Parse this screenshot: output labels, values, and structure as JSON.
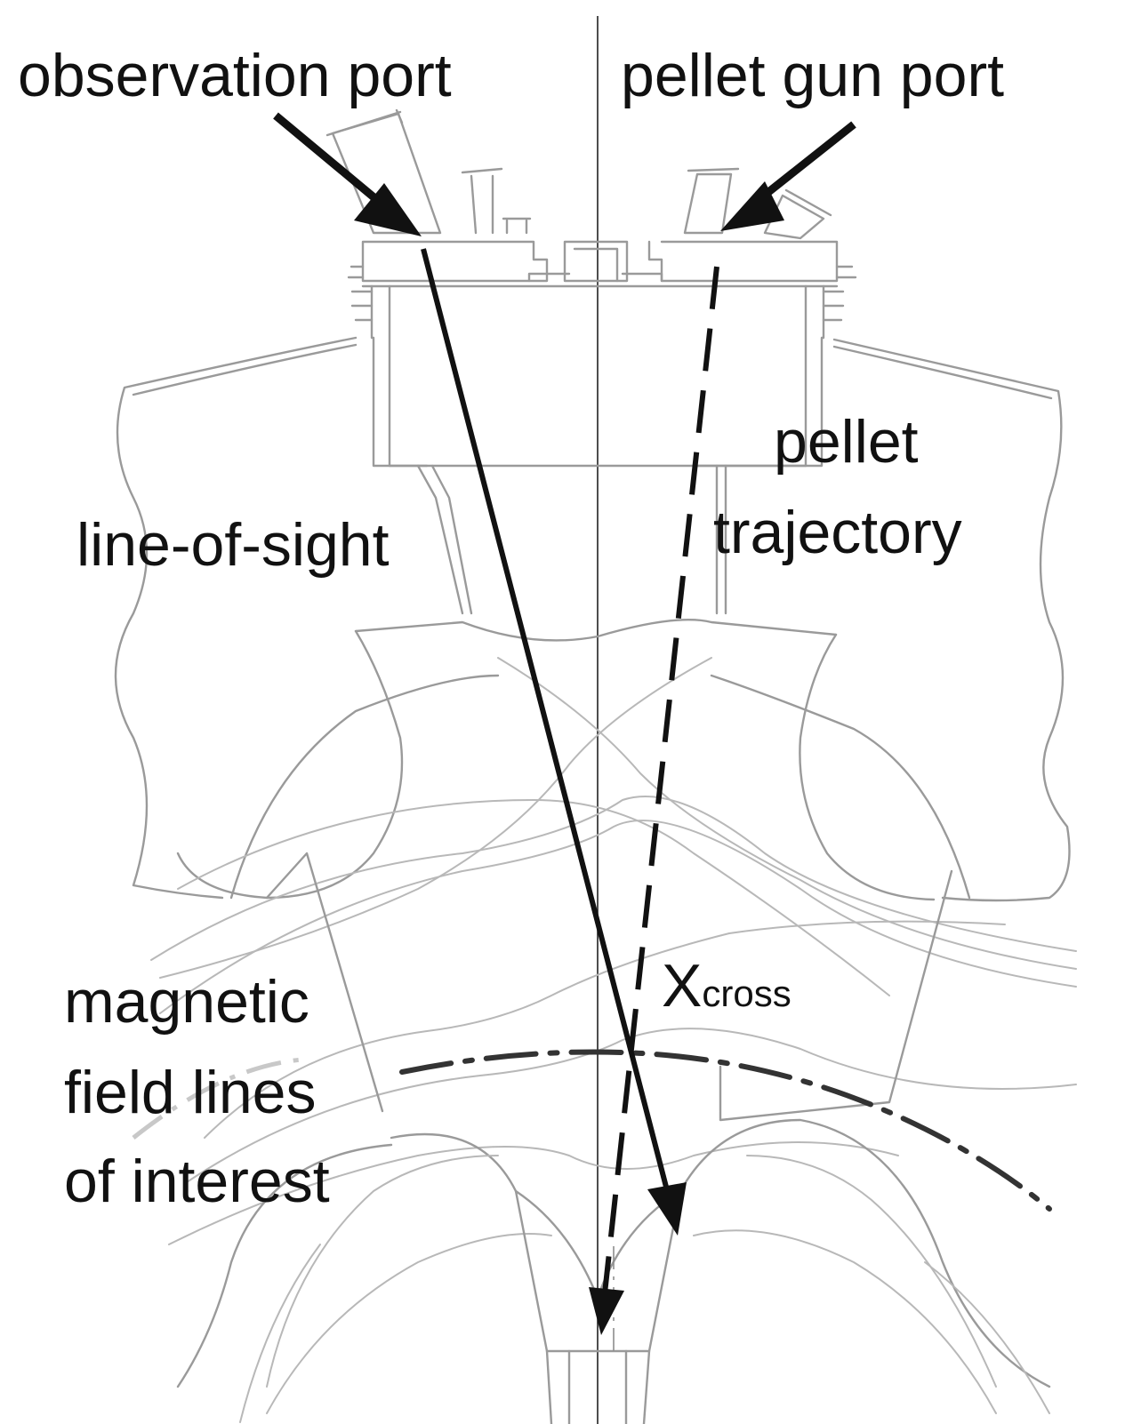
{
  "labels": {
    "observation_port": "observation port",
    "pellet_gun_port": "pellet gun port",
    "pellet_trajectory_line1": "pellet",
    "pellet_trajectory_line2": "trajectory",
    "line_of_sight": "line-of-sight",
    "magnetic_line1": "magnetic",
    "magnetic_line2": "field lines",
    "magnetic_line3": "of interest",
    "x_cross_main": "X",
    "x_cross_sub": "cross"
  },
  "colors": {
    "drawing": "#9a9a9a",
    "arrows": "#111111",
    "background": "#ffffff"
  }
}
